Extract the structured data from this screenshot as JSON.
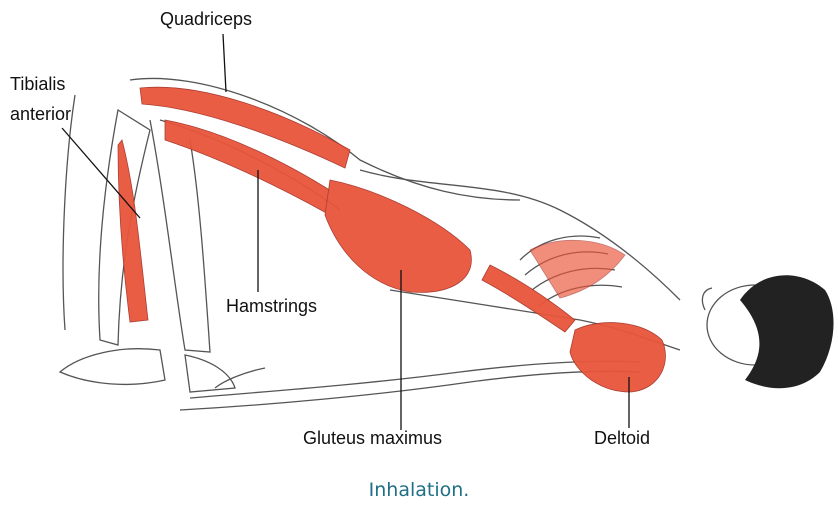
{
  "labels": {
    "quadriceps": "Quadriceps",
    "tibialis_line1": "Tibialis",
    "tibialis_line2": "anterior",
    "hamstrings": "Hamstrings",
    "gluteus": "Gluteus maximus",
    "deltoid": "Deltoid"
  },
  "caption": "Inhalation.",
  "colors": {
    "muscle": "#e8553a",
    "outline": "#555555",
    "caption": "#1f6f86"
  }
}
